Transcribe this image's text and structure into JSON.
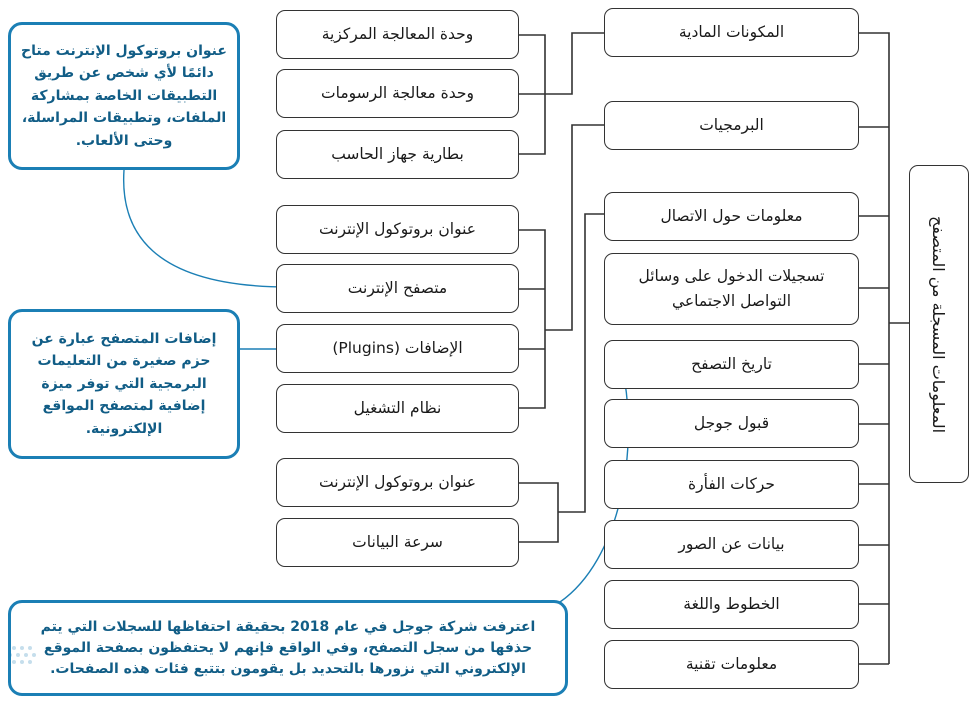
{
  "title": "المعلومات المسجلة من المتصفح",
  "categories": [
    "المكونات المادية",
    "البرمجيات",
    "معلومات حول الاتصال",
    "تسجيلات الدخول على وسائل التواصل الاجتماعي",
    "تاريخ التصفح",
    "قبول جوجل",
    "حركات الفأرة",
    "بيانات عن الصور",
    "الخطوط واللغة",
    "معلومات تقنية"
  ],
  "hardware": [
    "وحدة المعالجة المركزية",
    "وحدة معالجة الرسومات",
    "بطارية جهاز الحاسب"
  ],
  "software": [
    "عنوان بروتوكول الإنترنت",
    "متصفح الإنترنت",
    "الإضافات (Plugins)",
    "نظام التشغيل"
  ],
  "connection": [
    "عنوان بروتوكول الإنترنت",
    "سرعة البيانات"
  ],
  "callouts": {
    "ip": "عنوان بروتوكول الإنترنت متاح دائمًا لأي شخص عن طريق التطبيقات الخاصة بمشاركة الملفات، وتطبيقات المراسلة، وحتى الألعاب.",
    "plugins": "إضافات المتصفح عبارة عن حزم صغيرة من التعليمات البرمجية التي توفر ميزة إضافية لمتصفح المواقع الإلكترونية.",
    "google": "اعترفت شركة جوجل في عام 2018 بحقيقة احتفاظها للسجلات التي يتم حذفها من سجل التصفح، وفي الواقع فإنهم لا يحتفظون بصفحة الموقع الإلكتروني التي نزورها بالتحديد بل يقومون بتتبع فئات هذه الصفحات."
  },
  "colors": {
    "accent": "#1b7fb5",
    "border": "#333333"
  }
}
